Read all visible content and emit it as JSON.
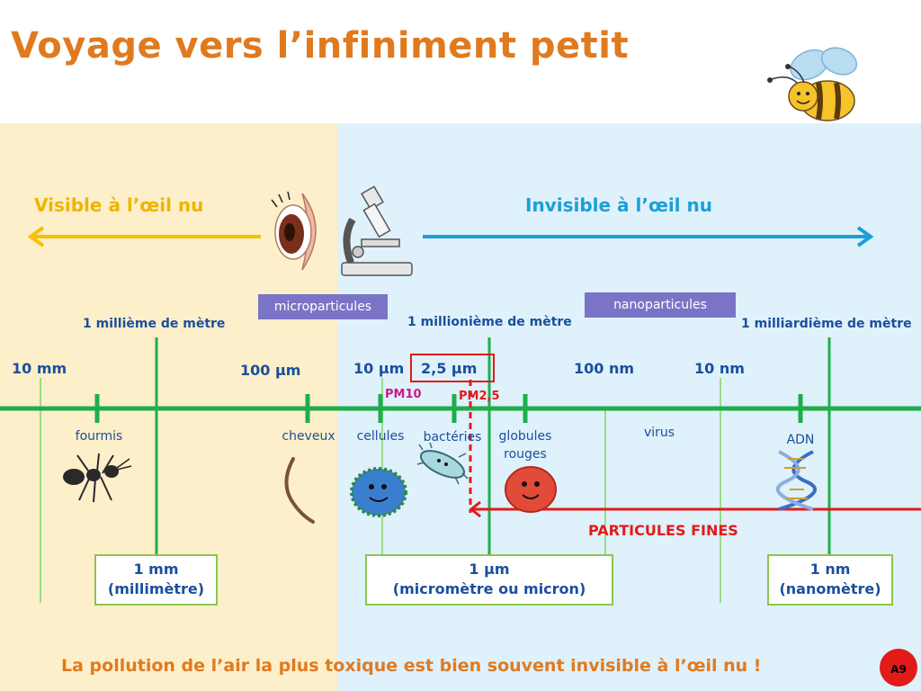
{
  "title": "Voyage vers l’infiniment petit",
  "colors": {
    "title": "#e07a1f",
    "visible_zone": "#fdefc9",
    "invisible_zone": "#dff1fb",
    "axis": "#1fae4b",
    "unit_text": "#1b4f9c",
    "pm10": "#c81a8a",
    "fines": "#e31a1a",
    "badge": "#e31a1a"
  },
  "zones": {
    "visible_label": "Visible à l’œil nu",
    "invisible_label": "Invisible à l’œil nu"
  },
  "categories": {
    "micro": "microparticules",
    "nano": "nanoparticules"
  },
  "unit_labels": {
    "milli": "1 millième de mètre",
    "micro": "1 millionième de mètre",
    "nano": "1 milliardième de mètre"
  },
  "scale_labels": {
    "mm10": "10 mm",
    "um100": "100 µm",
    "um10": "10 µm",
    "um2_5": "2,5 µm",
    "nm100": "100 nm",
    "nm10": "10 nm"
  },
  "pm": {
    "pm10": "PM10",
    "pm25": "PM2,5",
    "fines": "PARTICULES FINES"
  },
  "objects": {
    "ant": "fourmis",
    "hair": "cheveux",
    "cells": "cellules",
    "bacteria": "bactéries",
    "blood_line1": "globules",
    "blood_line2": "rouges",
    "virus": "virus",
    "dna": "ADN"
  },
  "unit_boxes": {
    "mm_line1": "1 mm",
    "mm_line2": "(millimètre)",
    "um_line1": "1 µm",
    "um_line2": "(micromètre ou micron)",
    "nm_line1": "1 nm",
    "nm_line2": "(nanomètre)"
  },
  "footer": "La pollution de l’air la plus toxique est bien souvent invisible à l’œil nu !",
  "badge": "A9",
  "icons": [
    "bee-icon",
    "eye-icon",
    "microscope-icon",
    "ant-icon",
    "hair-icon",
    "cell-icon",
    "bacteria-icon",
    "blood-cell-icon",
    "dna-icon"
  ]
}
